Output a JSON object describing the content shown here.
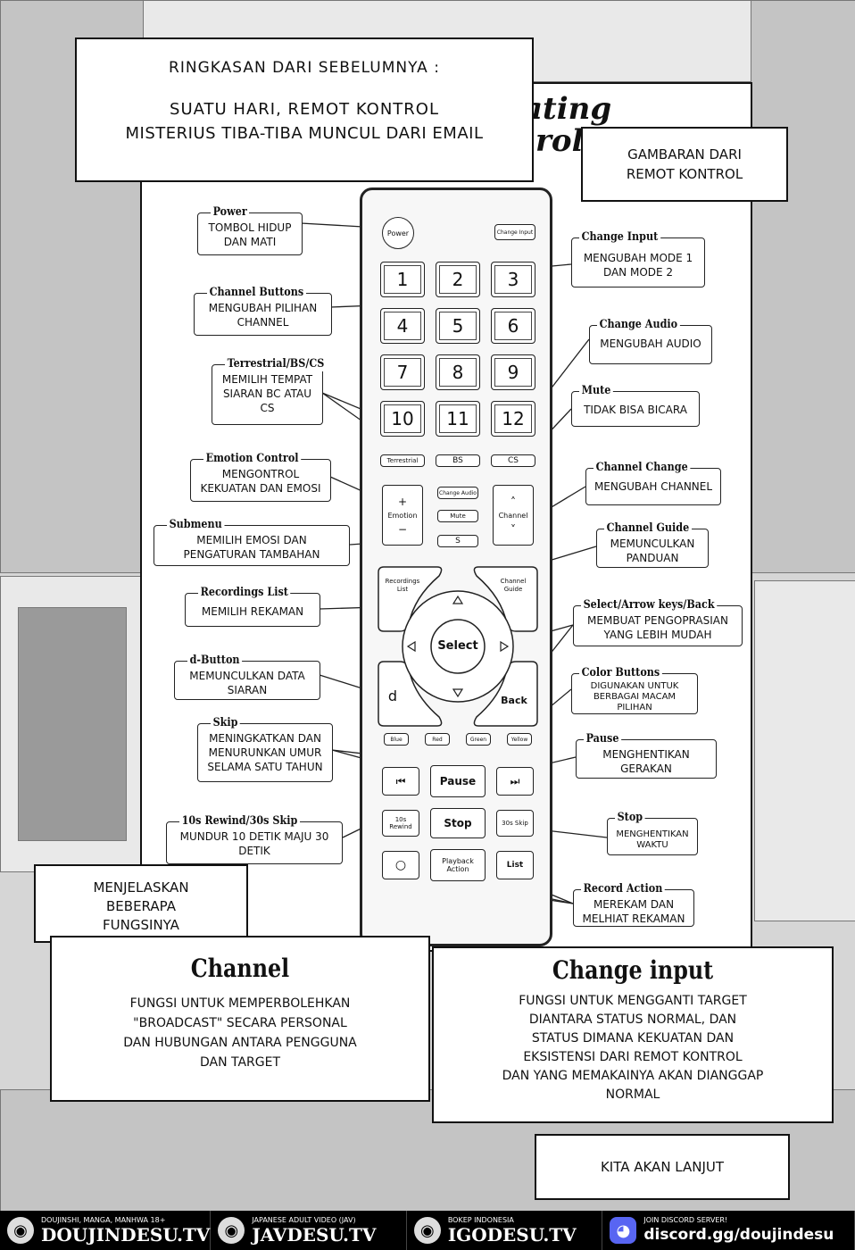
{
  "summary": {
    "heading": "RINGKASAN DARI SEBELUMNYA :",
    "line1": "SUATU HARI, REMOT KONTROL",
    "line2": "MISTERIUS TIBA-TIBA MUNCUL DARI EMAIL"
  },
  "title_fragment": {
    "top": "ating",
    "bottom": "rol"
  },
  "picture_box": {
    "line1": "GAMBARAN DARI",
    "line2": "REMOT KONTROL"
  },
  "callouts": {
    "power": {
      "title": "Power",
      "text": "TOMBOL HIDUP DAN MATI"
    },
    "channel_buttons": {
      "title": "Channel Buttons",
      "text": "MENGUBAH PILIHAN CHANNEL"
    },
    "terrestrial": {
      "title": "Terrestrial/BS/CS",
      "text": "MEMILIH TEMPAT SIARAN BC ATAU CS"
    },
    "emotion_control": {
      "title": "Emotion Control",
      "text": "MENGONTROL KEKUATAN DAN EMOSI"
    },
    "submenu": {
      "title": "Submenu",
      "text": "MEMILIH EMOSI DAN PENGATURAN TAMBAHAN"
    },
    "recordings_list": {
      "title": "Recordings List",
      "text": "MEMILIH REKAMAN"
    },
    "d_button": {
      "title": "d-Button",
      "text": "MEMUNCULKAN DATA SIARAN"
    },
    "skip": {
      "title": "Skip",
      "text": "MENINGKATKAN DAN MENURUNKAN UMUR SELAMA SATU TAHUN"
    },
    "rewind_skip": {
      "title": "10s Rewind/30s Skip",
      "text": "MUNDUR 10 DETIK MAJU 30 DETIK"
    },
    "change_input": {
      "title": "Change Input",
      "text": "MENGUBAH MODE 1 DAN MODE 2"
    },
    "change_audio": {
      "title": "Change Audio",
      "text": "MENGUBAH AUDIO"
    },
    "mute": {
      "title": "Mute",
      "text": "TIDAK BISA BICARA"
    },
    "channel_change": {
      "title": "Channel Change",
      "text": "MENGUBAH CHANNEL"
    },
    "channel_guide": {
      "title": "Channel Guide",
      "text": "MEMUNCULKAN PANDUAN"
    },
    "select_arrow": {
      "title": "Select/Arrow keys/Back",
      "text": "MEMBUAT PENGOPRASIAN YANG LEBIH MUDAH"
    },
    "color_buttons": {
      "title": "Color Buttons",
      "text": "DIGUNAKAN UNTUK BERBAGAI MACAM PILIHAN"
    },
    "pause": {
      "title": "Pause",
      "text": "MENGHENTIKAN GERAKAN"
    },
    "stop": {
      "title": "Stop",
      "text": "MENGHENTIKAN WAKTU"
    },
    "record_action": {
      "title": "Record Action",
      "text": "MEREKAM DAN MELHIAT REKAMAN"
    }
  },
  "remote": {
    "power": "Power",
    "change_input": "Change Input",
    "numbers": [
      "1",
      "2",
      "3",
      "4",
      "5",
      "6",
      "7",
      "8",
      "9",
      "10",
      "11",
      "12"
    ],
    "terrestrial": "Terrestrial",
    "bs": "BS",
    "cs": "CS",
    "emotion_plus": "+",
    "emotion_label": "Emotion",
    "emotion_minus": "−",
    "change_audio": "Change Audio",
    "mute": "Mute",
    "submenu": "S",
    "channel_up": "˄",
    "channel_label": "Channel",
    "channel_down": "˅",
    "recordings_list": "Recordings List",
    "channel_guide": "Channel Guide",
    "select": "Select",
    "d": "d",
    "back": "Back",
    "blue": "Blue",
    "red": "Red",
    "green": "Green",
    "yellow": "Yellow",
    "prev": "⏮",
    "pause": "Pause",
    "next": "⏭",
    "rewind": "10s Rewind",
    "stop": "Stop",
    "skip30": "30s Skip",
    "record": "○",
    "playback": "Playback Action",
    "list": "List"
  },
  "explain_box": {
    "line1": "MENJELASKAN",
    "line2": "BEBERAPA",
    "line3": "FUNGSINYA"
  },
  "channel_box": {
    "title": "Channel",
    "lines": [
      "FUNGSI UNTUK MEMPERBOLEHKAN",
      "\"BROADCAST\" SECARA PERSONAL",
      "DAN HUBUNGAN ANTARA PENGGUNA",
      "DAN TARGET"
    ]
  },
  "change_input_box": {
    "title": "Change input",
    "lines": [
      "FUNGSI UNTUK MENGGANTI TARGET",
      "DIANTARA STATUS NORMAL, DAN",
      "STATUS DIMANA KEKUATAN DAN",
      "EKSISTENSI DARI REMOT KONTROL",
      "DAN YANG MEMAKAINYA AKAN DIANGGAP",
      "NORMAL"
    ]
  },
  "continue_box": {
    "text": "KITA AKAN LANJUT"
  },
  "footer": [
    {
      "small": "DOUJINSHI, MANGA, MANHWA 18+",
      "big": "DOUJINDESU.TV"
    },
    {
      "small": "JAPANESE ADULT VIDEO (JAV)",
      "big": "JAVDESU.TV"
    },
    {
      "small": "BOKEP INDONESIA",
      "big": "IGODESU.TV"
    },
    {
      "small": "JOIN DISCORD SERVER!",
      "big": "discord.gg/doujindesu"
    }
  ]
}
